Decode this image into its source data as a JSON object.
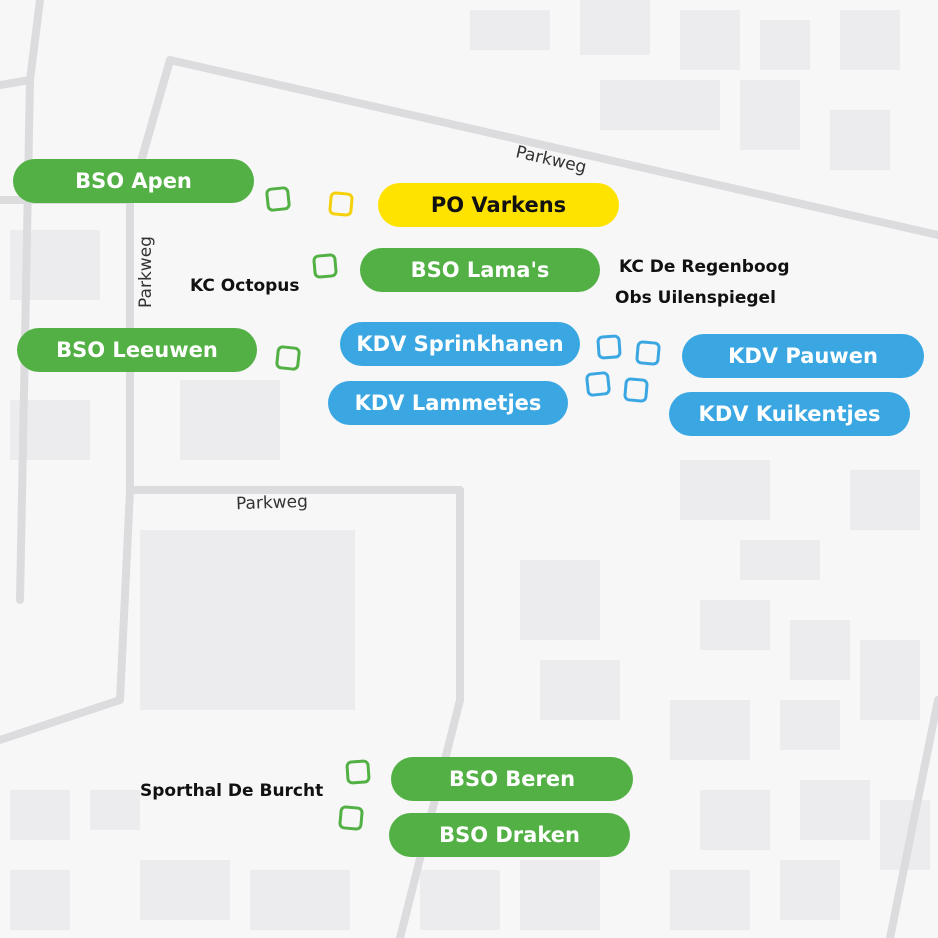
{
  "streets": {
    "top": "Parkweg",
    "left": "Parkweg",
    "middle": "Parkweg"
  },
  "places": {
    "kc_octopus": "KC Octopus",
    "kc_regenboog": "KC De Regenboog",
    "obs_uilenspiegel": "Obs Uilenspiegel",
    "sporthal": "Sporthal De Burcht"
  },
  "groups": {
    "bso_apen": "BSO Apen",
    "po_varkens": "PO Varkens",
    "bso_lamas": "BSO Lama's",
    "bso_leeuwen": "BSO Leeuwen",
    "kdv_sprinkhanen": "KDV Sprinkhanen",
    "kdv_lammetjes": "KDV Lammetjes",
    "kdv_pauwen": "KDV Pauwen",
    "kdv_kuikentjes": "KDV Kuikentjes",
    "bso_beren": "BSO Beren",
    "bso_draken": "BSO Draken"
  },
  "colors": {
    "bso": "#52b044",
    "po": "#ffe300",
    "kdv": "#3ba7e2",
    "map_background": "#f7f7f8",
    "road": "#dcdcdf",
    "building": "#ececef"
  }
}
